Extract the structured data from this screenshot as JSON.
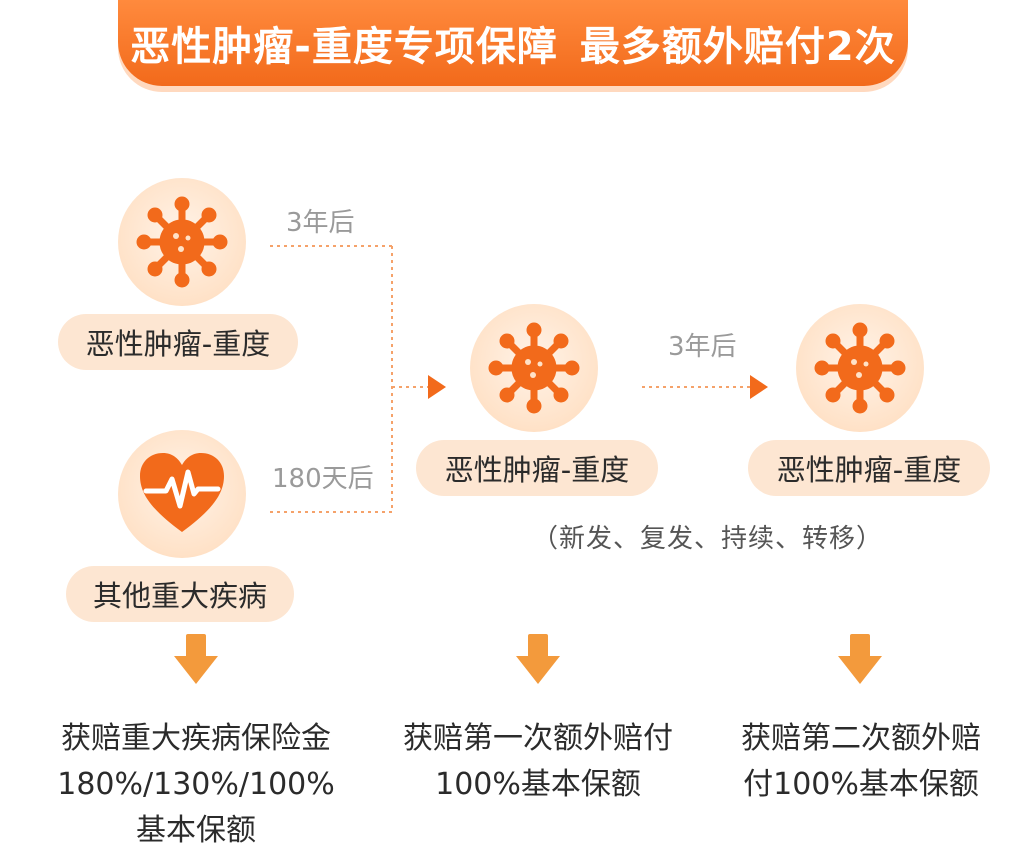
{
  "banner": {
    "title_main": "恶性肿瘤-重度专项保障",
    "title_sub": "最多额外赔付2次"
  },
  "nodes": {
    "cancer_first": {
      "label": "恶性肿瘤-重度",
      "icon": "virus-icon"
    },
    "other_disease": {
      "label": "其他重大疾病",
      "icon": "heart-pulse-icon"
    },
    "cancer_second": {
      "label": "恶性肿瘤-重度",
      "icon": "virus-icon"
    },
    "cancer_third": {
      "label": "恶性肿瘤-重度",
      "icon": "virus-icon"
    }
  },
  "timings": {
    "after_cancer": "3年后",
    "after_other": "180天后",
    "between_claims": "3年后"
  },
  "note": "（新发、复发、持续、转移）",
  "results": {
    "left": [
      "获赔重大疾病保险金",
      "180%/130%/100%",
      "基本保额"
    ],
    "middle": [
      "获赔第一次额外赔付",
      "100%基本保额"
    ],
    "right": [
      "获赔第二次额外赔",
      "付100%基本保额"
    ]
  },
  "colors": {
    "accent": "#f26a1b",
    "arrow": "#f39a3c",
    "pill_bg": "#fde6d2",
    "circle_bg": "#ffe2c8",
    "dotted_line": "#f5a26a"
  }
}
